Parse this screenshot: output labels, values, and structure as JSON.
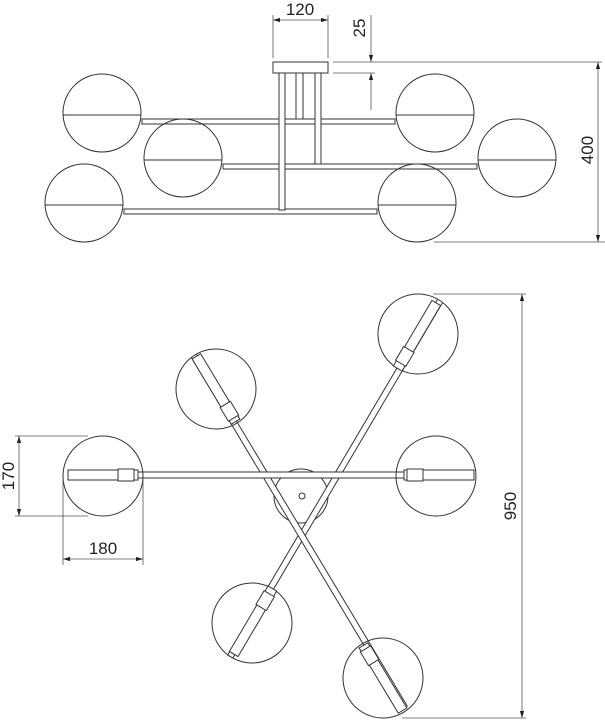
{
  "title": "Chandelier dimension drawing",
  "dimensions": {
    "canopy_width": "120",
    "canopy_height": "25",
    "total_height": "400",
    "shade_height": "170",
    "shade_width": "180",
    "total_diameter": "950"
  },
  "units": "mm",
  "colors": {
    "line": "#333333",
    "background": "#ffffff"
  }
}
